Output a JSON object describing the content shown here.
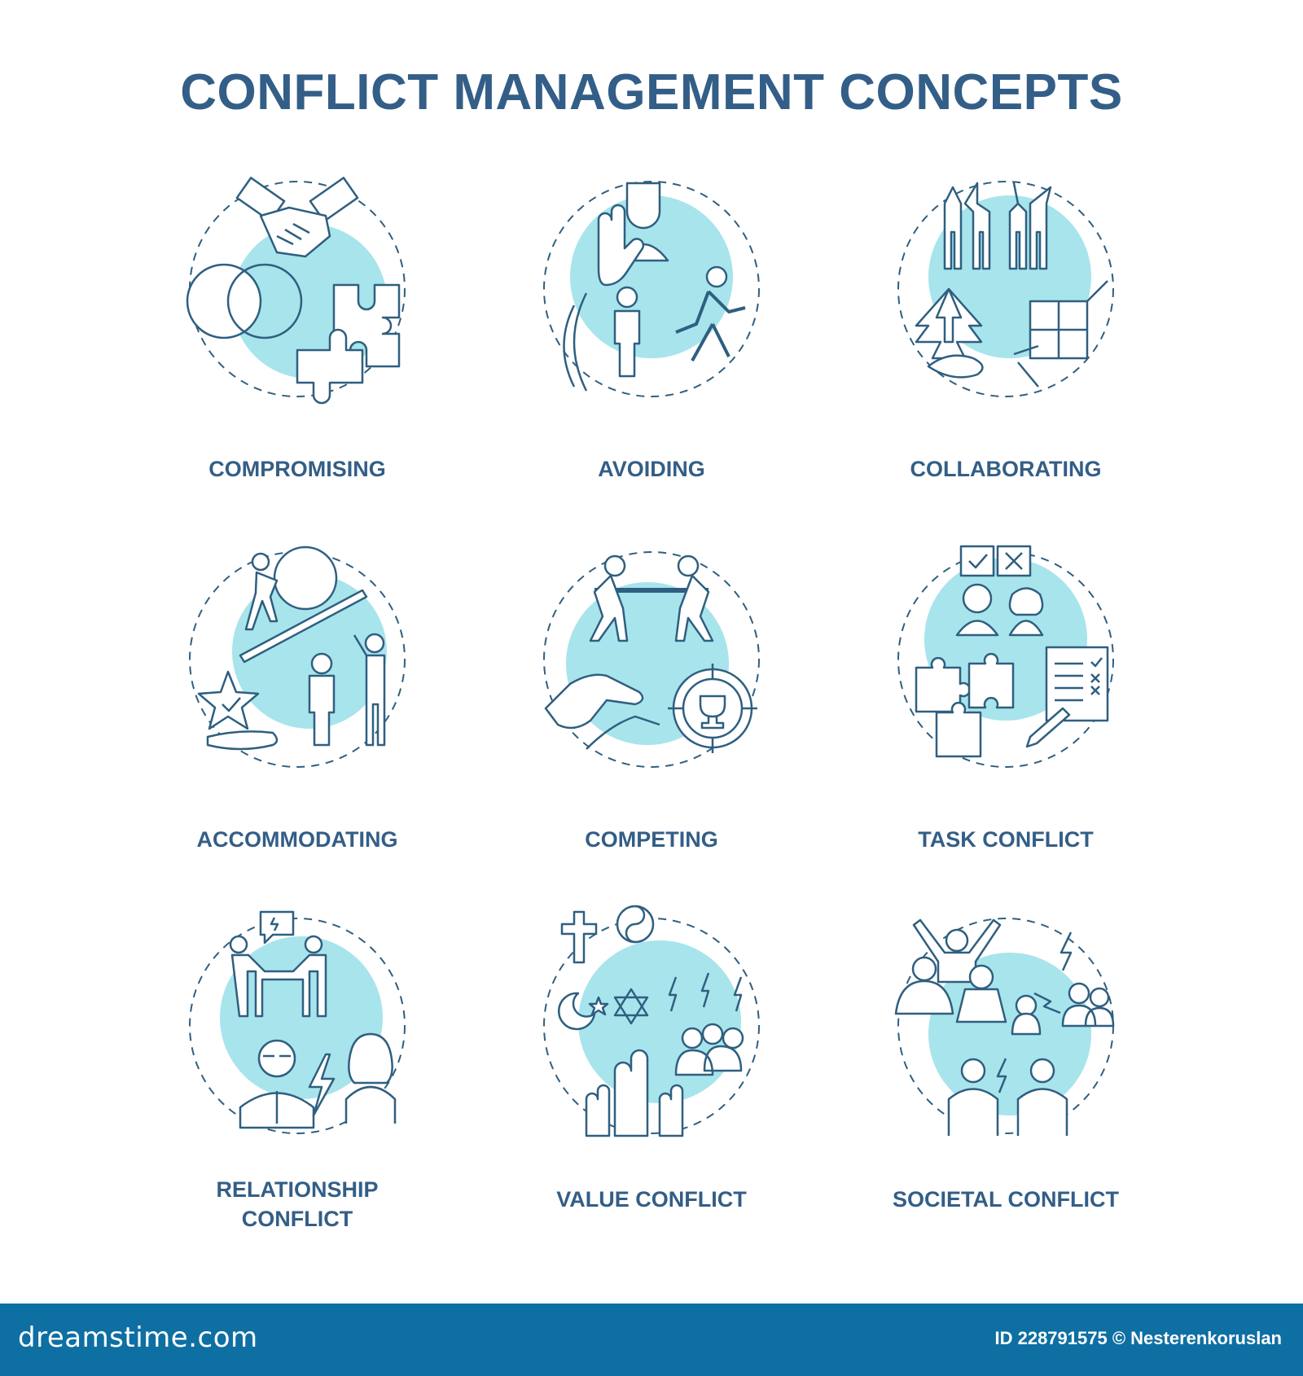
{
  "title": "CONFLICT MANAGEMENT CONCEPTS",
  "colors": {
    "heading": "#335e87",
    "line": "#2f5f80",
    "fill": "#a8e4ec",
    "footer": "#0e6fa3"
  },
  "concepts": [
    {
      "label": "COMPROMISING",
      "icon": "handshake-venn-puzzle-icon"
    },
    {
      "label": "AVOIDING",
      "icon": "stop-hand-running-person-icon"
    },
    {
      "label": "COLLABORATING",
      "icon": "team-high-five-puzzle-icon"
    },
    {
      "label": "ACCOMMODATING",
      "icon": "pushing-boulder-star-icon"
    },
    {
      "label": "COMPETING",
      "icon": "tug-of-war-trophy-icon"
    },
    {
      "label": "TASK CONFLICT",
      "icon": "checklist-puzzle-people-icon"
    },
    {
      "label": "RELATIONSHIP\nCONFLICT",
      "icon": "arguing-people-lightning-icon"
    },
    {
      "label": "VALUE CONFLICT",
      "icon": "religious-symbols-hands-icon"
    },
    {
      "label": "SOCIETAL CONFLICT",
      "icon": "crowd-protest-lightning-icon"
    }
  ],
  "footer": {
    "brand": "dreamstime.com",
    "credit": "ID 228791575 © Nesterenkoruslan"
  }
}
